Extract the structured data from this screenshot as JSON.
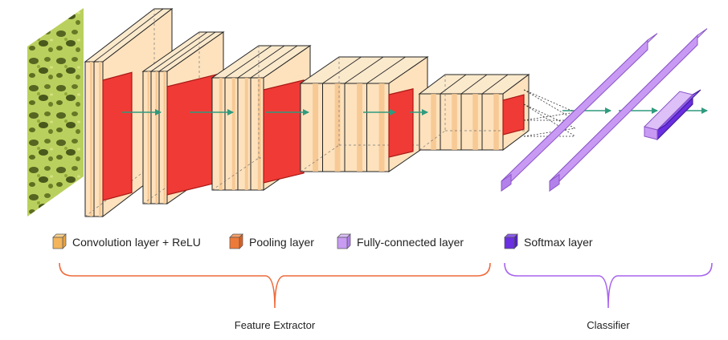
{
  "legend": [
    {
      "label": "Convolution layer + ReLU",
      "icon": "convolution-cube-icon",
      "front": "#f3b45c",
      "side": "#e8a23f",
      "top": "#f8d08c"
    },
    {
      "label": "Pooling layer",
      "icon": "pooling-cube-icon",
      "front": "#ee7a3a",
      "side": "#dc6224",
      "top": "#f5a068"
    },
    {
      "label": "Fully-connected layer",
      "icon": "fully-connected-cube-icon",
      "front": "#c79cf2",
      "side": "#b07de8",
      "top": "#dcc0f7"
    },
    {
      "label": "Softmax layer",
      "icon": "softmax-cube-icon",
      "front": "#6a2fe0",
      "side": "#5420c4",
      "top": "#8d5cee"
    }
  ],
  "groups": {
    "feature_extractor": {
      "label": "Feature Extractor",
      "color": "#ee6a3a"
    },
    "classifier": {
      "label": "Classifier",
      "color": "#a864ee"
    }
  },
  "colors": {
    "block_face": "#fde2bd",
    "block_stripe": "#f6c48e",
    "block_edge": "#222222",
    "pool_face": "#f03a36",
    "pool_edge": "#a81a16",
    "fc": "#c99af3",
    "fc_edge": "#8a55c8",
    "softmax": "#6a2fe0",
    "arrow": "#2f9a7e",
    "dotted": "#333333"
  }
}
